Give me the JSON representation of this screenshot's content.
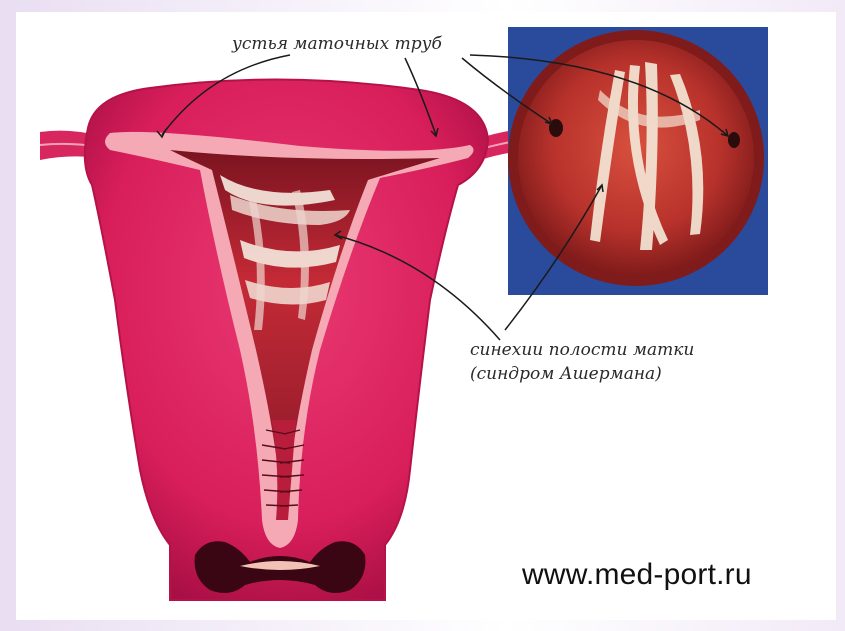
{
  "labels": {
    "tubal_ostia": "устья маточных труб",
    "synechiae_line1": "синехии полости матки",
    "synechiae_line2": "(синдром Ашермана)"
  },
  "watermark": "www.med-port.ru",
  "colors": {
    "uterus_wall": "#d81e5b",
    "uterus_outline": "#b5124a",
    "cavity_lining": "#f5a9b5",
    "cavity_inner": "#c8243f",
    "adhesion_bands": "#f4e6dc",
    "hysteroscopy_bg": "#2a4a9c",
    "hysteroscopy_view": "#b8322c"
  }
}
